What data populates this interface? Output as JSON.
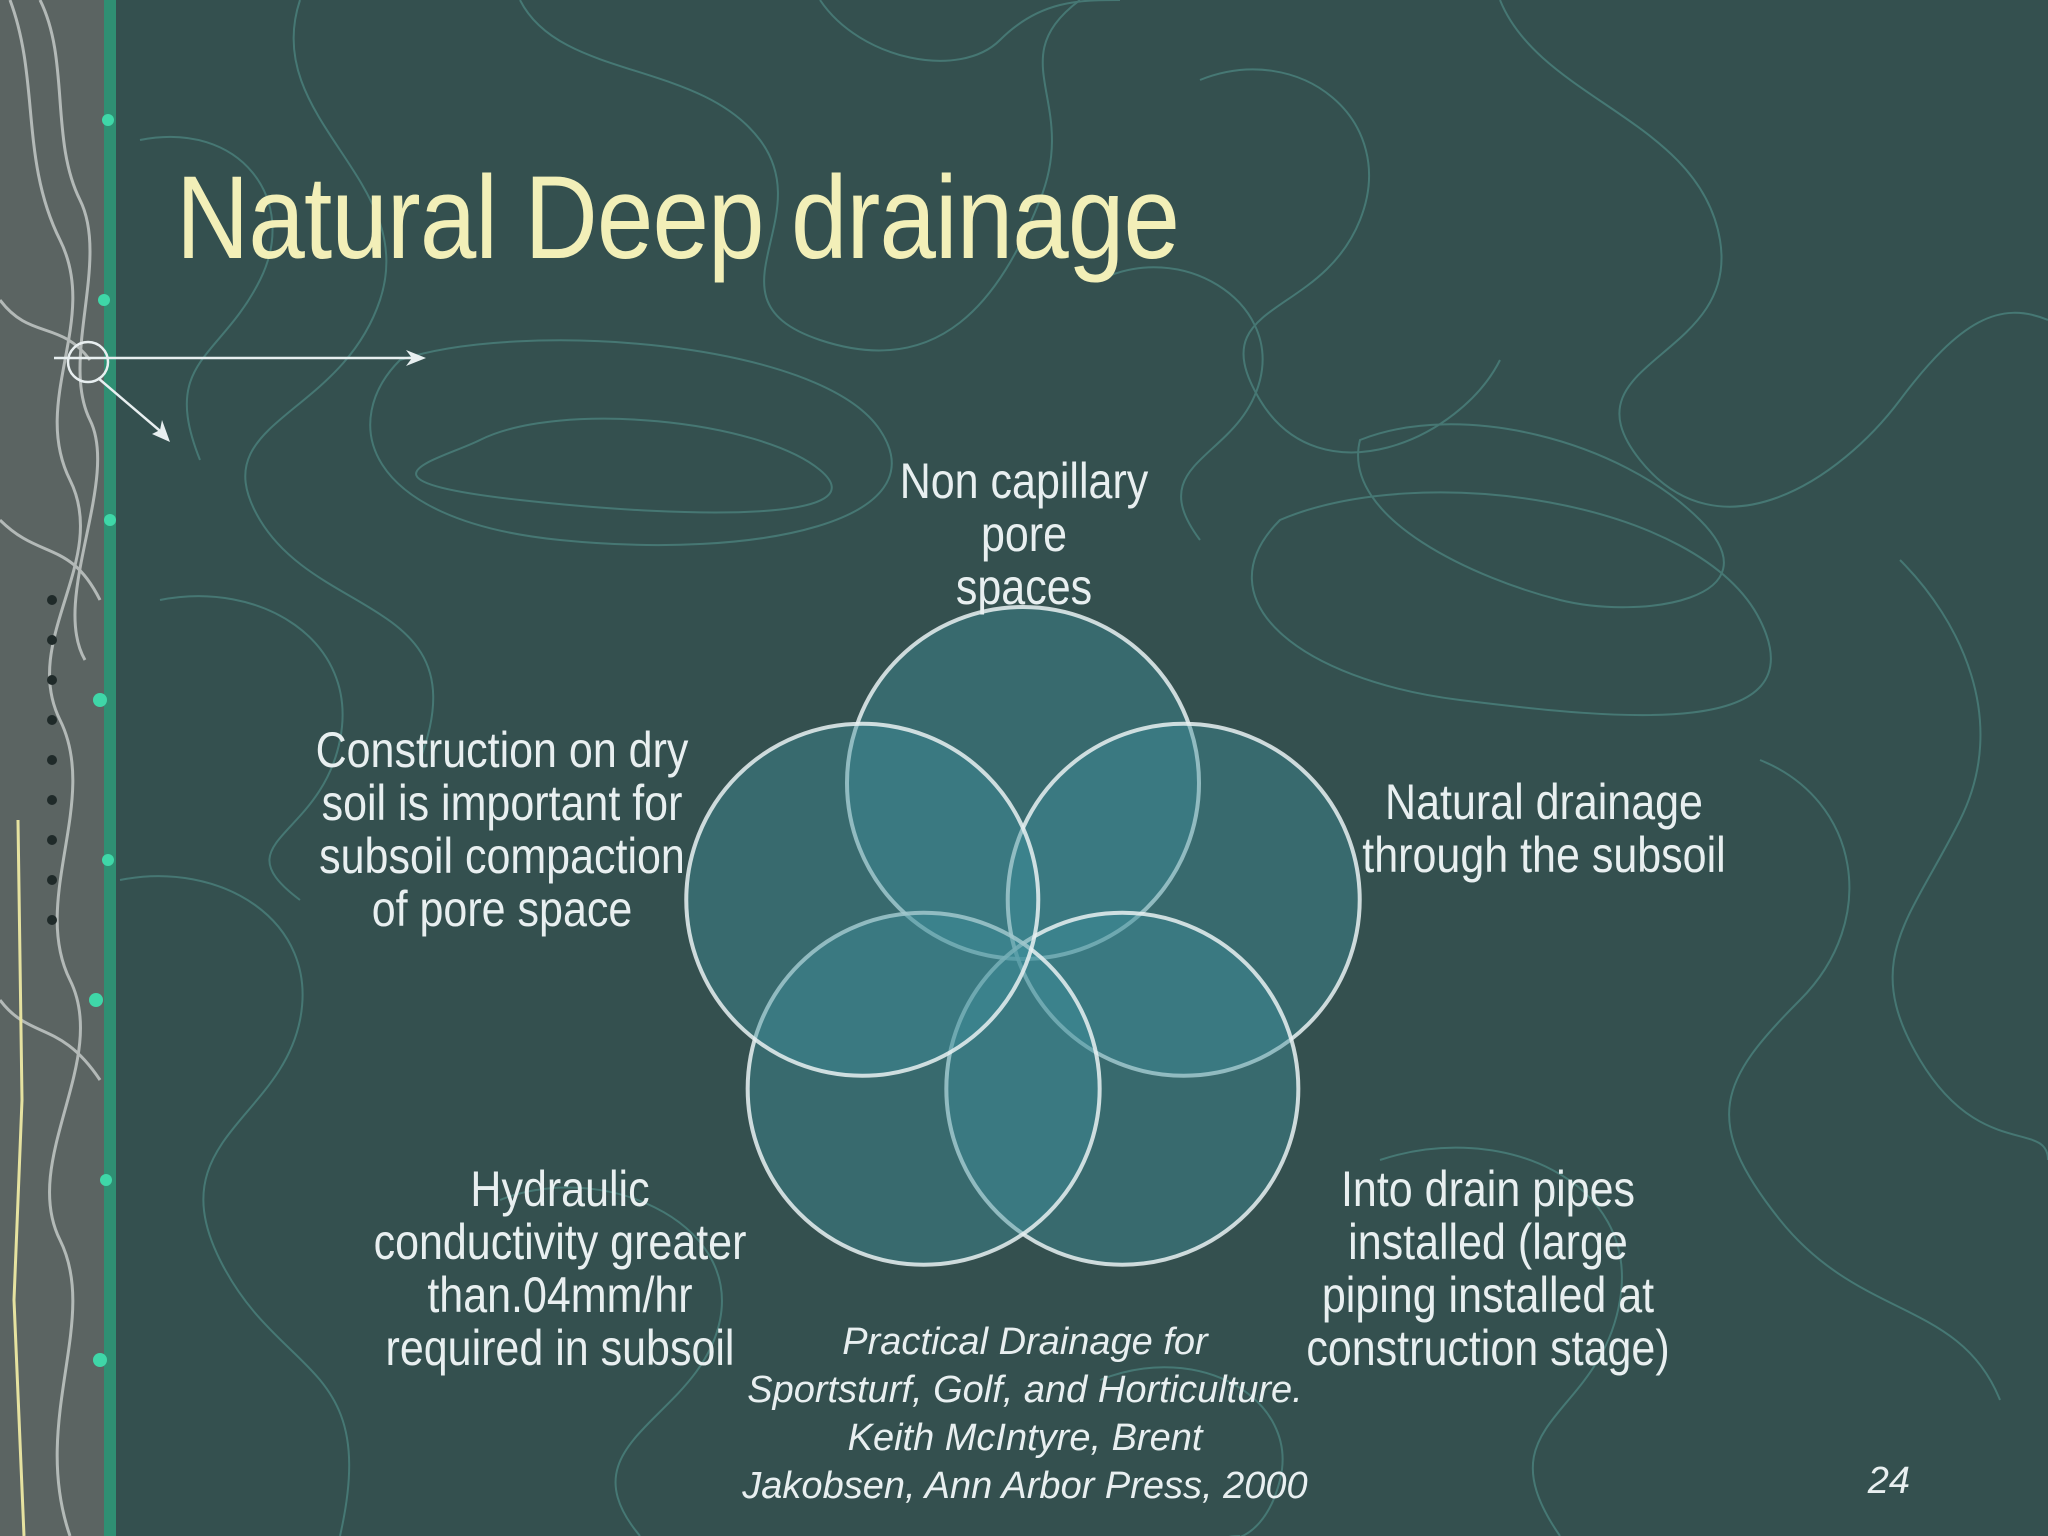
{
  "slide": {
    "title": "Natural Deep drainage",
    "page_number": "24",
    "citation": "Practical Drainage for\nSportsturf, Golf, and Horticulture.\nKeith McIntyre, Brent\nJakobsen, Ann Arbor Press, 2000"
  },
  "diagram": {
    "type": "radial-venn",
    "circle_fill": "#3e8e9a",
    "circle_stroke": "#e9f1f2",
    "items": [
      {
        "label": "Non capillary pore\nspaces"
      },
      {
        "label": "Natural drainage\nthrough the subsoil"
      },
      {
        "label": "Into drain pipes\ninstalled (large\npiping installed at\nconstruction stage)"
      },
      {
        "label": "Hydraulic\nconductivity greater\nthan.04mm/hr\nrequired in subsoil"
      },
      {
        "label": "Construction on dry\nsoil is important for\nsubsoil compaction\nof pore space"
      }
    ]
  },
  "theme": {
    "background": "#33504f",
    "title_color": "#f2efb8",
    "text_color": "#e8eff0",
    "contour_color": "#4f8a84",
    "strip_accent": "#35c9a0"
  }
}
